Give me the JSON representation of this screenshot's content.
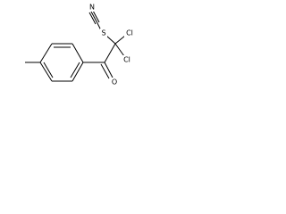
{
  "molecule": {
    "atoms": {
      "sulfur": "S",
      "nitrogen": "N",
      "oxygen": "O",
      "chlorine_1": "Cl",
      "chlorine_2": "Cl"
    }
  }
}
